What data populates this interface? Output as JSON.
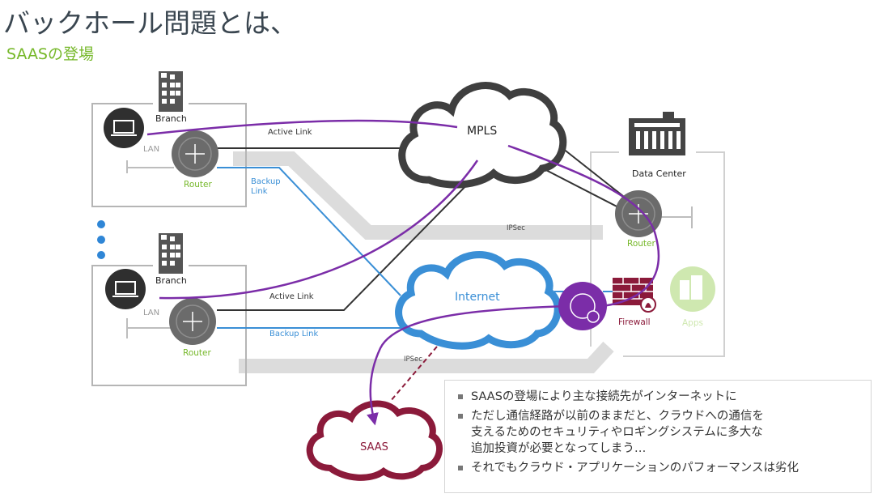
{
  "title": "バックホール問題とは、",
  "subtitle": "SAASの登場",
  "colors": {
    "accent_green": "#76b82a",
    "link_blue": "#3a8fd6",
    "purple": "#7b2da8",
    "saas_red": "#8b1a3a",
    "dark": "#333333",
    "gray": "#7a7a7a"
  },
  "diagram": {
    "branch1": {
      "label": "Branch",
      "lan_label": "LAN",
      "router_label": "Router"
    },
    "branch2": {
      "label": "Branch",
      "lan_label": "LAN",
      "router_label": "Router"
    },
    "mpls_label": "MPLS",
    "internet_label": "Internet",
    "saas_label": "SAAS",
    "datacenter_label": "Data Center",
    "dc_router_label": "Router",
    "firewall_label": "Firewall",
    "apps_label": "Apps",
    "active_link_1": "Active Link",
    "backup_link_1": "Backup\nLink",
    "active_link_2": "Active Link",
    "backup_link_2": "Backup Link",
    "ipsec_1": "IPSec",
    "ipsec_2": "IPSec"
  },
  "bullets": [
    "SAASの登場により主な接続先がインターネットに",
    "ただし通信経路が以前のままだと、クラウドへの通信を\n支えるためのセキュリティやロギングシステムに多大な\n追加投資が必要となってしまう…",
    "それでもクラウド・アプリケーションのパフォーマンスは劣化"
  ]
}
